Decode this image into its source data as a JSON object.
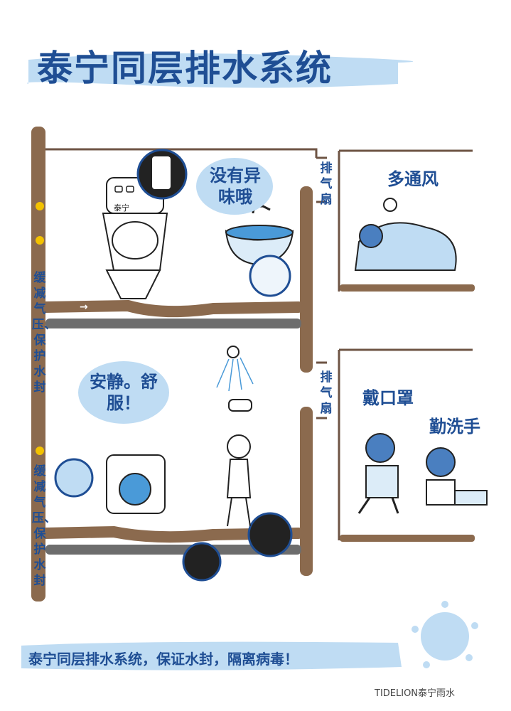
{
  "title": "泰宁同层排水系统",
  "bubbles": {
    "top": "没有异味哦",
    "bottom": "安静。舒服！"
  },
  "labels": {
    "fan_top": "排气扇",
    "fan_bottom": "排气扇",
    "ventilation": "多通风",
    "mask": "戴口罩",
    "handwash": "勤洗手",
    "left_top": "缓减气压、保护水封",
    "left_bottom": "缓减气压、保护水封",
    "toilet_brand": "泰宁",
    "arrow": "→"
  },
  "bottom_slogan": "泰宁同层排水系统，保证水封，隔离病毒！",
  "watermark": "TIDELION泰宁雨水",
  "colors": {
    "pipe_brown": "#8b6a4e",
    "pipe_gray": "#6d6d6d",
    "accent_blue": "#1f4e94",
    "light_blue": "#bfdcf3",
    "mid_blue": "#4a9ad8"
  }
}
